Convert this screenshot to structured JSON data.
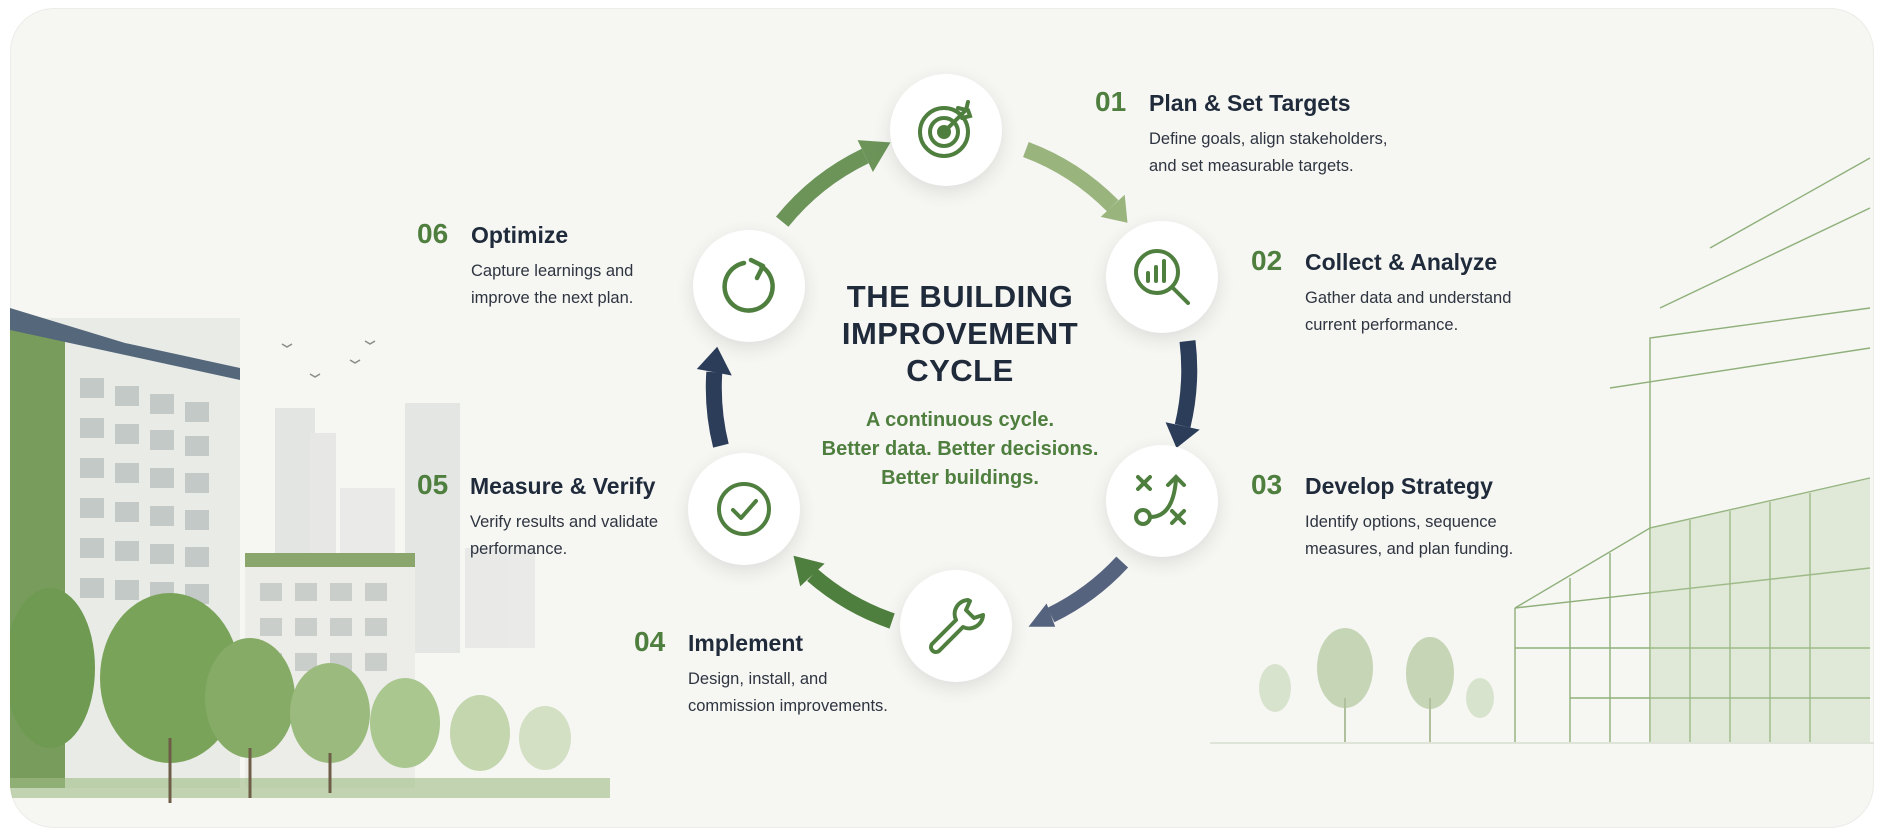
{
  "diagram": {
    "title": "THE BUILDING IMPROVEMENT CYCLE",
    "subtitle_lines": [
      "A continuous cycle.",
      "Better data. Better decisions.",
      "Better buildings."
    ],
    "colors": {
      "accent_green": "#4f7f3e",
      "light_green": "#9ab47e",
      "navy": "#2c3d5a",
      "slate": "#56637e",
      "text_dark": "#1f2a3a"
    },
    "steps": [
      {
        "number": "01",
        "title": "Plan & Set Targets",
        "description": "Define goals, align stakeholders, and set measurable targets.",
        "icon": "target-icon"
      },
      {
        "number": "02",
        "title": "Collect & Analyze",
        "description": "Gather data and understand current performance.",
        "icon": "analytics-magnifier-icon"
      },
      {
        "number": "03",
        "title": "Develop Strategy",
        "description": "Identify options, sequence measures, and plan funding.",
        "icon": "strategy-path-icon"
      },
      {
        "number": "04",
        "title": "Implement",
        "description": "Design, install, and commission improvements.",
        "icon": "wrench-icon"
      },
      {
        "number": "05",
        "title": "Measure & Verify",
        "description": "Verify results and validate performance.",
        "icon": "check-circle-icon"
      },
      {
        "number": "06",
        "title": "Optimize",
        "description": "Capture learnings and improve the next plan.",
        "icon": "refresh-icon"
      }
    ]
  }
}
